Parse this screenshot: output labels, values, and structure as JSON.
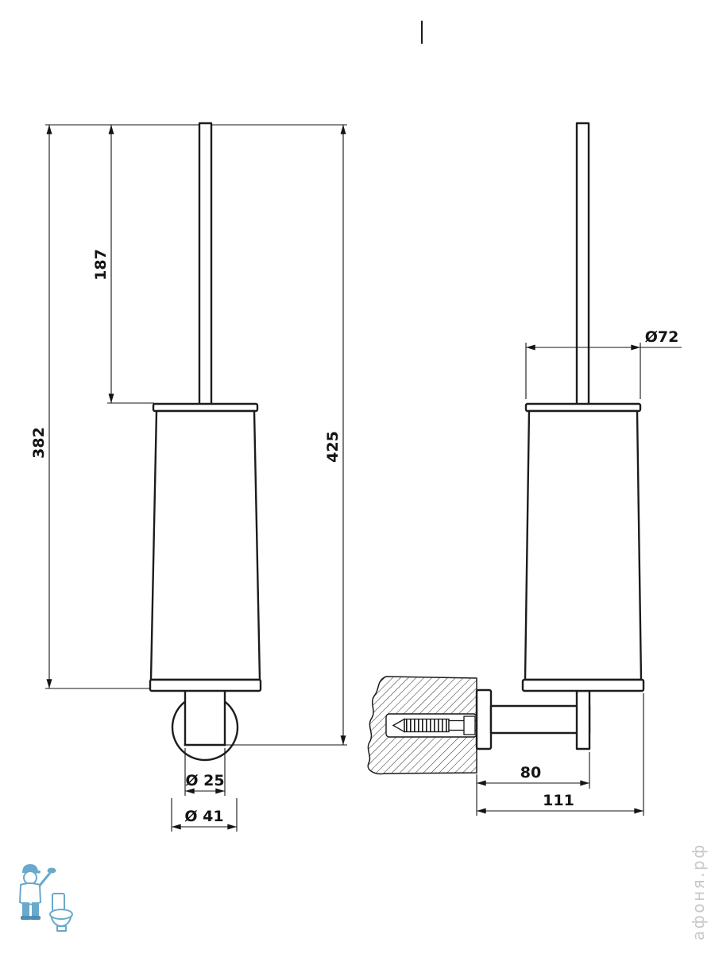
{
  "dims": {
    "front": {
      "handle_length": "187",
      "body_height": "382",
      "overall_height": "425",
      "post_diameter": "Ø 25",
      "flange_diameter": "Ø 41"
    },
    "side": {
      "cup_diameter": "Ø72",
      "arm_depth": "80",
      "overall_depth": "111"
    }
  },
  "watermark": {
    "text": "афоня.рф",
    "color": "#c9c9c9"
  },
  "colors": {
    "object_line": "#1c1c1c",
    "dimension_line": "#141414",
    "logo_blue": "#69a9cc"
  }
}
